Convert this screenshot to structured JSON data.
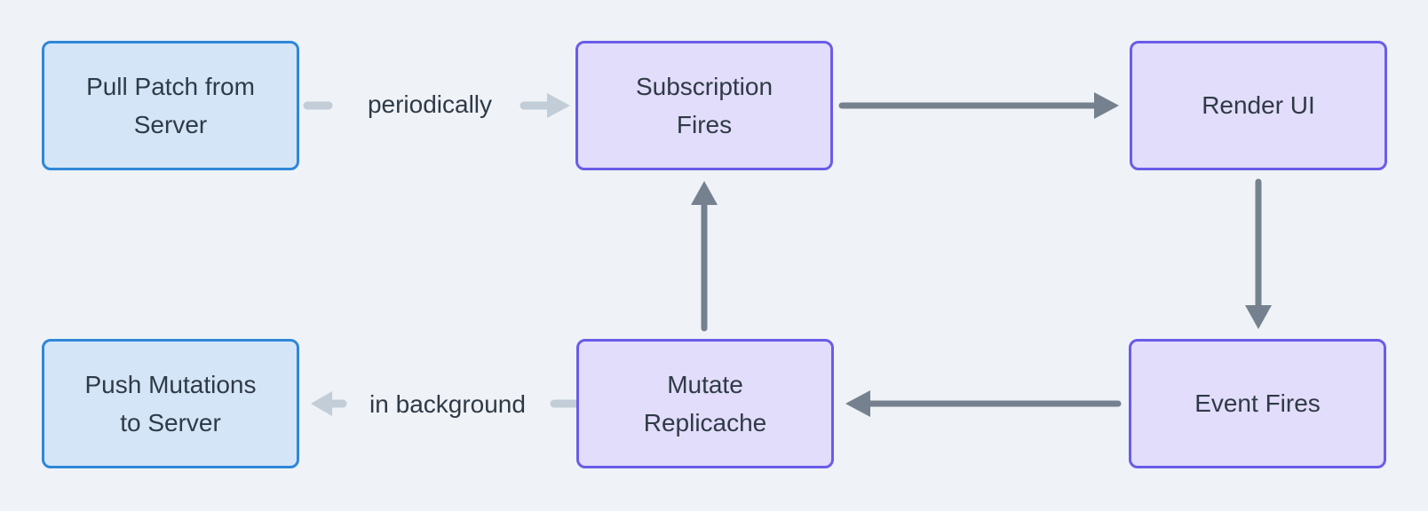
{
  "diagram": {
    "type": "flowchart",
    "nodes": [
      {
        "id": "pull-patch-from-server",
        "label": "Pull Patch from\nServer",
        "style": "blue"
      },
      {
        "id": "subscription-fires",
        "label": "Subscription\nFires",
        "style": "purple"
      },
      {
        "id": "render-ui",
        "label": "Render UI",
        "style": "purple"
      },
      {
        "id": "push-mutations-to-server",
        "label": "Push Mutations\nto Server",
        "style": "blue"
      },
      {
        "id": "mutate-replicache",
        "label": "Mutate\nReplicache",
        "style": "purple"
      },
      {
        "id": "event-fires",
        "label": "Event Fires",
        "style": "purple"
      }
    ],
    "edges": [
      {
        "from": "pull-patch-from-server",
        "to": "subscription-fires",
        "label": "periodically",
        "style": "light"
      },
      {
        "from": "subscription-fires",
        "to": "render-ui",
        "label": "",
        "style": "dark"
      },
      {
        "from": "render-ui",
        "to": "event-fires",
        "label": "",
        "style": "dark"
      },
      {
        "from": "event-fires",
        "to": "mutate-replicache",
        "label": "",
        "style": "dark"
      },
      {
        "from": "mutate-replicache",
        "to": "subscription-fires",
        "label": "",
        "style": "dark"
      },
      {
        "from": "mutate-replicache",
        "to": "push-mutations-to-server",
        "label": "in background",
        "style": "light"
      }
    ],
    "colors": {
      "canvas_bg": "#eff2f6",
      "blue_fill": "#d4e5f7",
      "blue_border": "#2e87d8",
      "purple_fill": "#e2ddfa",
      "purple_border": "#6a5ce8",
      "arrow_dark": "#75818f",
      "arrow_light": "#c2cdd8",
      "text": "#2f3a47"
    }
  }
}
